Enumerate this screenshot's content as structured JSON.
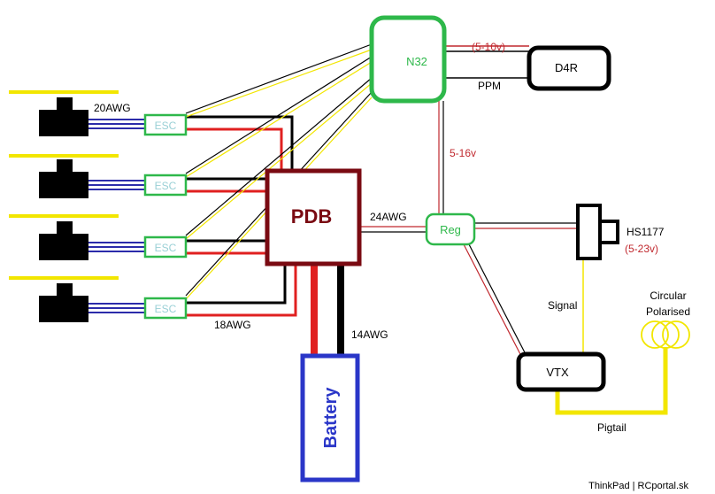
{
  "labels": {
    "fc": "N32",
    "receiver": "D4R",
    "pdb": "PDB",
    "reg": "Reg",
    "camera": "HS1177",
    "camera_voltage": "(5-23v)",
    "vtx": "VTX",
    "battery": "Battery",
    "antenna_line1": "Circular",
    "antenna_line2": "Polarised",
    "esc1": "ESC",
    "esc2": "ESC",
    "esc3": "ESC",
    "esc4": "ESC",
    "motor_wire": "20AWG",
    "esc_wire": "18AWG",
    "battery_wire": "14AWG",
    "reg_wire": "24AWG",
    "rx_voltage": "(5-10v)",
    "rx_signal": "PPM",
    "fc_voltage": "5-16v",
    "signal": "Signal",
    "pigtail": "Pigtail",
    "watermark": "ThinkPad | RCportal.sk"
  },
  "colors": {
    "fc": "#2eb84a",
    "esc": "#2eb84a",
    "pdb": "#7a0a12",
    "battery": "#2a36c8",
    "power_red": "#e02020",
    "ground_black": "#000000",
    "signal_yellow": "#f2e600",
    "motor_wires": "#2b2baa",
    "voltage_text": "#c0282e"
  }
}
